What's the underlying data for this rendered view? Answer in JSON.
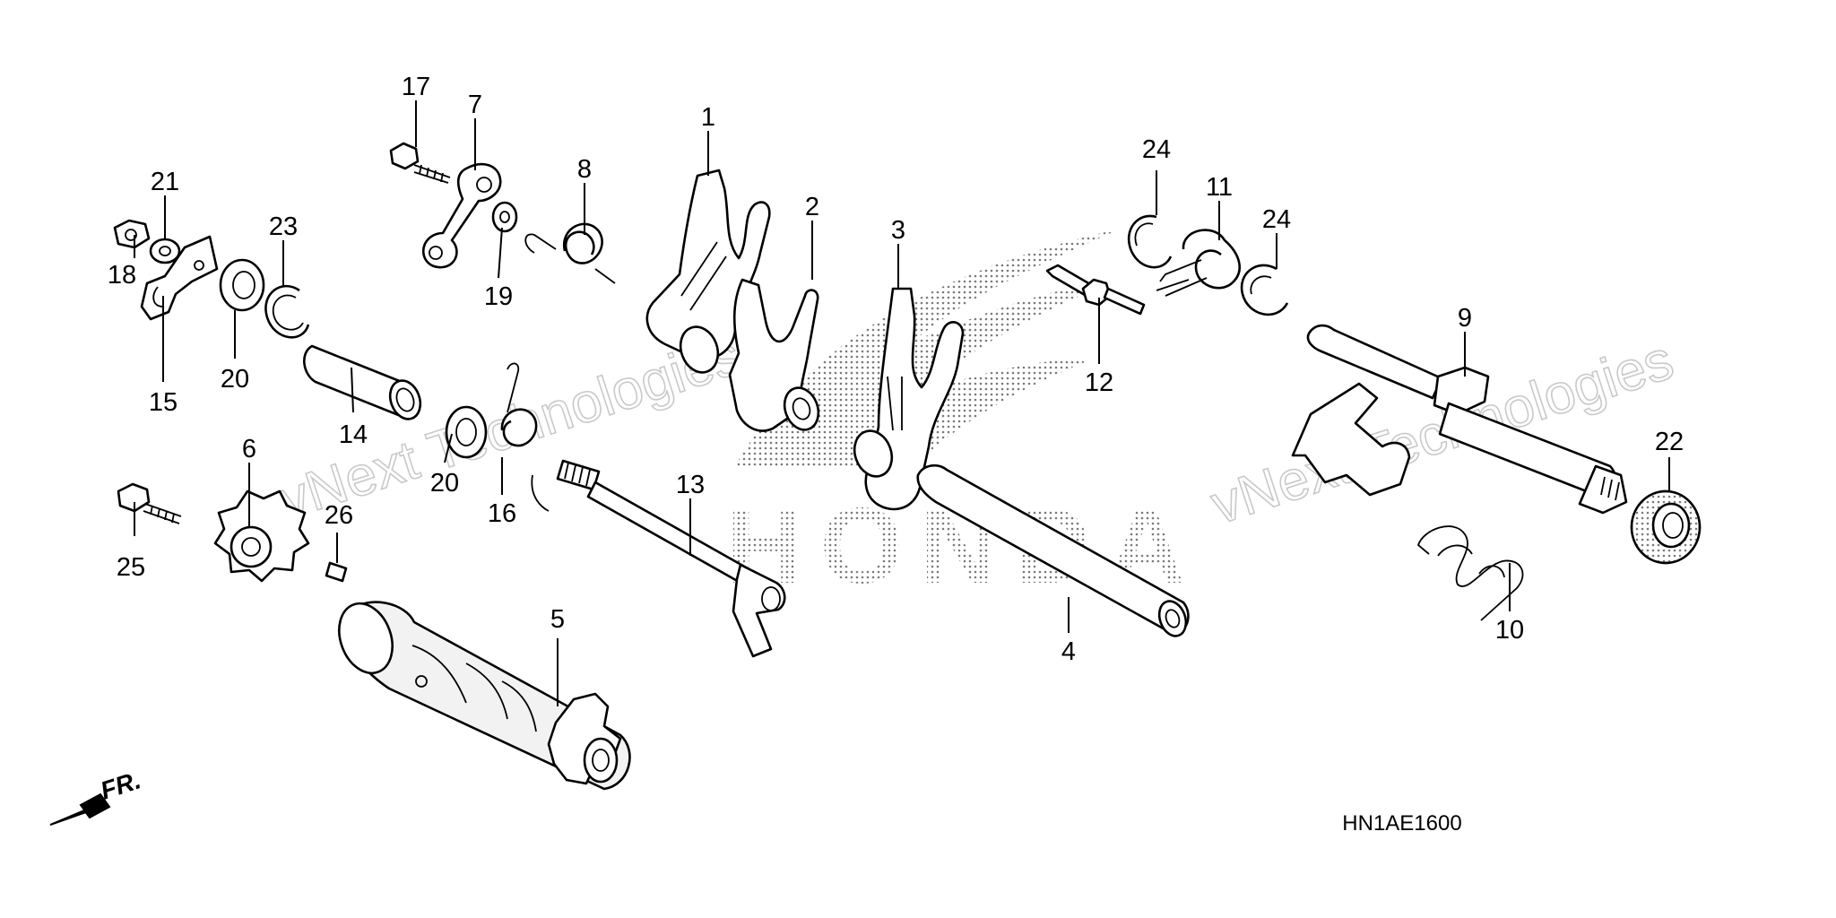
{
  "diagram": {
    "part_numbers": [
      "1",
      "2",
      "3",
      "4",
      "5",
      "6",
      "7",
      "8",
      "9",
      "10",
      "11",
      "12",
      "13",
      "14",
      "15",
      "16",
      "17",
      "18",
      "19",
      "20",
      "20",
      "21",
      "22",
      "23",
      "24",
      "24",
      "25",
      "26"
    ],
    "diagram_code": "HN1AE1600",
    "direction_label": "FR.",
    "brand_watermark": "HONDA",
    "watermark_text_1": "vNext Technologies",
    "watermark_text_2": "vNext Technologies"
  },
  "colors": {
    "line": "#000000",
    "background": "#ffffff",
    "watermark": "#c9c9c9",
    "honda_dots": "#7a7a7a"
  },
  "icons": [
    "front-direction-arrow-icon"
  ]
}
